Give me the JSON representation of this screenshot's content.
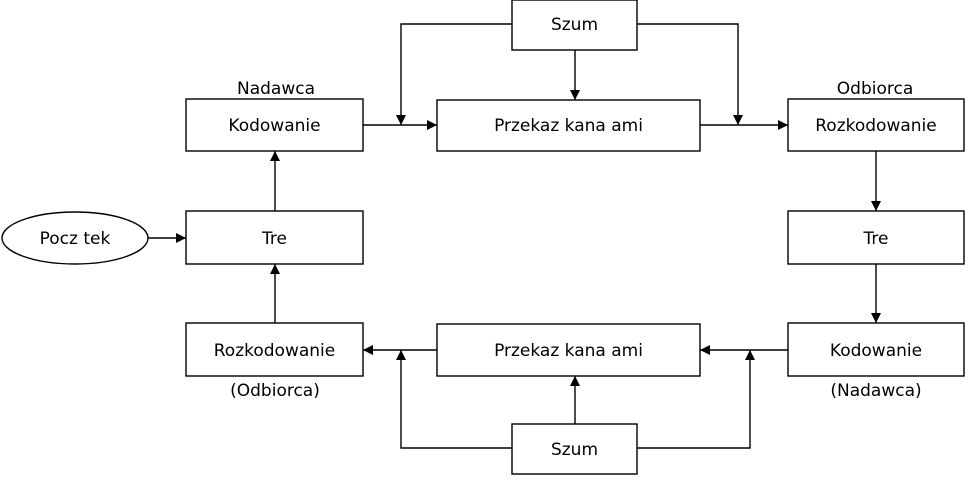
{
  "diagram": {
    "start": "Pocz tek",
    "top": {
      "sender_caption": "Nadawca",
      "receiver_caption": "Odbiorca",
      "encoding": "Kodowanie",
      "channel": "Przekaz kana ami",
      "noise": "Szum",
      "decoding": "Rozkodowanie"
    },
    "left_message": "Tre",
    "right_message": "Tre",
    "bottom": {
      "encoding": "Kodowanie",
      "channel": "Przekaz kana ami",
      "noise": "Szum",
      "decoding": "Rozkodowanie",
      "sender_caption": "(Nadawca)",
      "receiver_caption": "(Odbiorca)"
    }
  }
}
